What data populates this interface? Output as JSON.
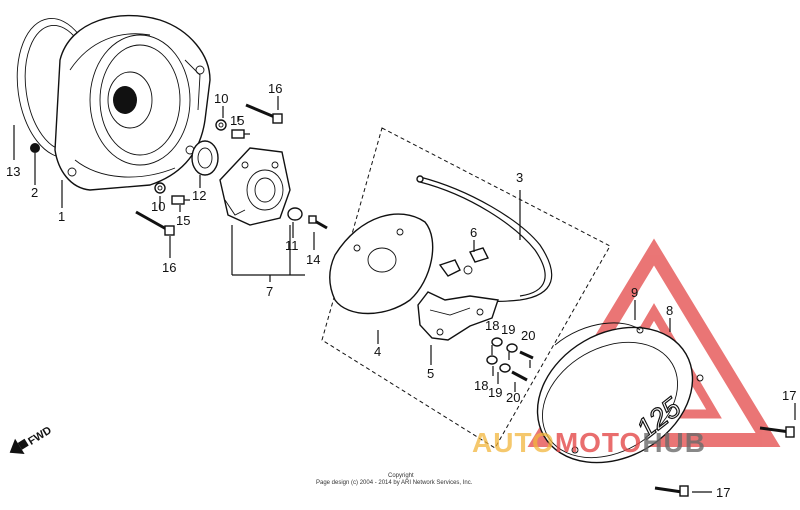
{
  "callouts": [
    "1",
    "2",
    "3",
    "4",
    "5",
    "6",
    "7",
    "8",
    "9",
    "10",
    "10",
    "11",
    "12",
    "13",
    "14",
    "15",
    "15",
    "16",
    "16",
    "17",
    "17",
    "18",
    "18",
    "19",
    "19",
    "20",
    "20"
  ],
  "fwd_label": "FWD",
  "cover_text": "125",
  "copyright": {
    "line1": "Copyright",
    "line2": "Page design (c) 2004 - 2014 by ARI Network Services, Inc."
  },
  "watermark": {
    "part1": "AUTO",
    "part2": "MOTO",
    "part3": "HUB",
    "colors": {
      "triangle": "#e34848",
      "auto": "#f2b63c",
      "moto": "#e34848",
      "hub": "#6a6a6a"
    }
  }
}
